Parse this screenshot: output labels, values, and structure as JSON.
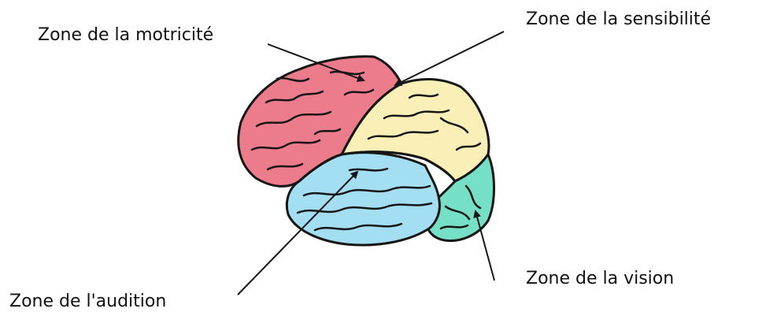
{
  "labels": {
    "motor": "Zone de la motricité",
    "sensory": "Zone de la sensibilité",
    "vision": "Zone de la vision",
    "audition": "Zone de l'audition"
  },
  "colors": {
    "motor_zone": "#ec7b8c",
    "sensory_zone": "#fbefb8",
    "audition_zone": "#a4def2",
    "vision_zone": "#76e0c6",
    "outline": "#161616"
  }
}
